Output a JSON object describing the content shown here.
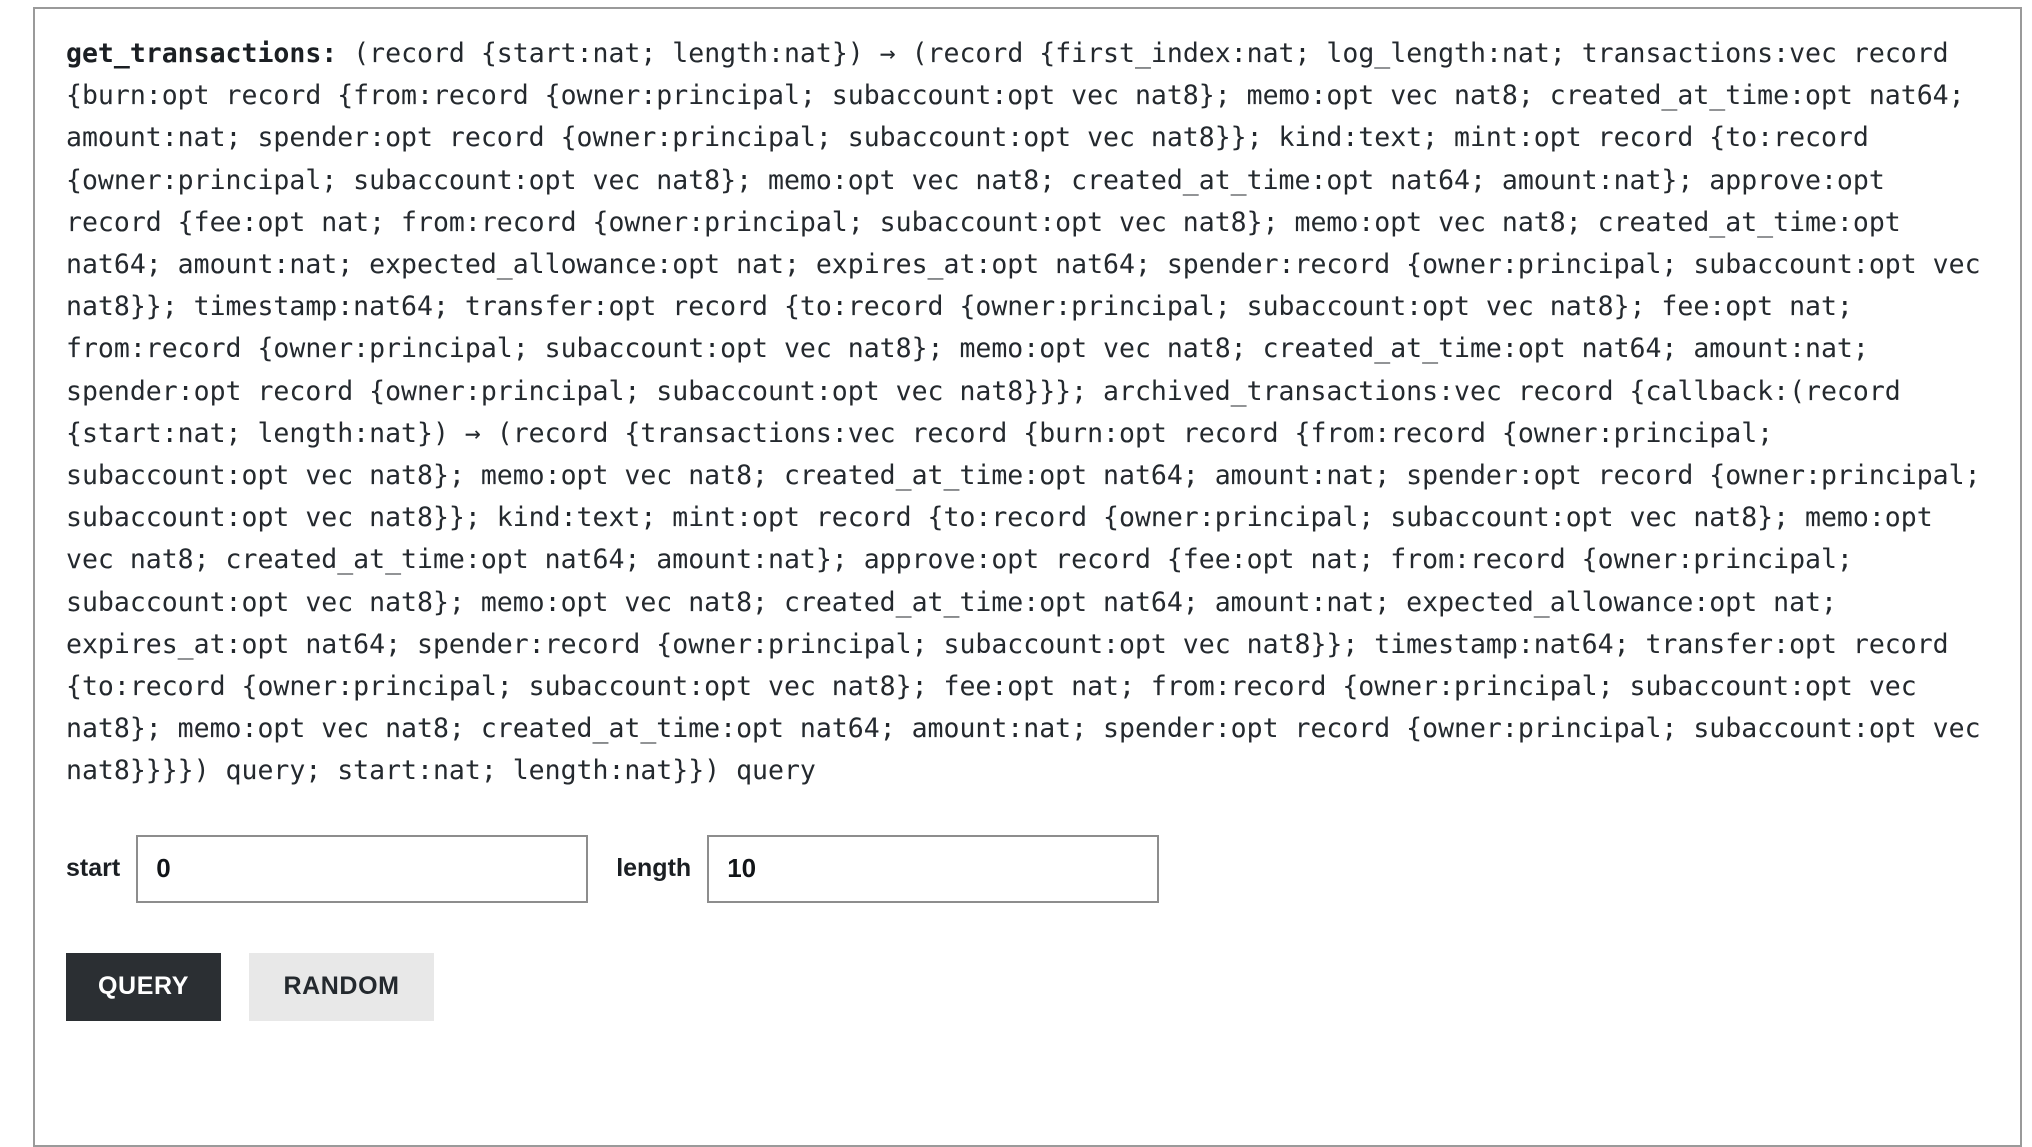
{
  "method": {
    "name": "get_transactions",
    "name_separator": ": ",
    "signature": "(record {start:nat; length:nat}) → (record {first_index:nat; log_length:nat; transactions:vec record {burn:opt record {from:record {owner:principal; subaccount:opt vec nat8}; memo:opt vec nat8; created_at_time:opt nat64; amount:nat; spender:opt record {owner:principal; subaccount:opt vec nat8}}; kind:text; mint:opt record {to:record {owner:principal; subaccount:opt vec nat8}; memo:opt vec nat8; created_at_time:opt nat64; amount:nat}; approve:opt record {fee:opt nat; from:record {owner:principal; subaccount:opt vec nat8}; memo:opt vec nat8; created_at_time:opt nat64; amount:nat; expected_allowance:opt nat; expires_at:opt nat64; spender:record {owner:principal; subaccount:opt vec nat8}}; timestamp:nat64; transfer:opt record {to:record {owner:principal; subaccount:opt vec nat8}; fee:opt nat; from:record {owner:principal; subaccount:opt vec nat8}; memo:opt vec nat8; created_at_time:opt nat64; amount:nat; spender:opt record {owner:principal; subaccount:opt vec nat8}}}; archived_transactions:vec record {callback:(record {start:nat; length:nat}) → (record {transactions:vec record {burn:opt record {from:record {owner:principal; subaccount:opt vec nat8}; memo:opt vec nat8; created_at_time:opt nat64; amount:nat; spender:opt record {owner:principal; subaccount:opt vec nat8}}; kind:text; mint:opt record {to:record {owner:principal; subaccount:opt vec nat8}; memo:opt vec nat8; created_at_time:opt nat64; amount:nat}; approve:opt record {fee:opt nat; from:record {owner:principal; subaccount:opt vec nat8}; memo:opt vec nat8; created_at_time:opt nat64; amount:nat; expected_allowance:opt nat; expires_at:opt nat64; spender:record {owner:principal; subaccount:opt vec nat8}}; timestamp:nat64; transfer:opt record {to:record {owner:principal; subaccount:opt vec nat8}; fee:opt nat; from:record {owner:principal; subaccount:opt vec nat8}; memo:opt vec nat8; created_at_time:opt nat64; amount:nat; spender:opt record {owner:principal; subaccount:opt vec nat8}}}}) query; start:nat; length:nat}}) query"
  },
  "fields": [
    {
      "label": "start",
      "value": "0",
      "placeholder": "nat"
    },
    {
      "label": "length",
      "value": "10",
      "placeholder": "nat"
    }
  ],
  "buttons": {
    "query_label": "QUERY",
    "random_label": "RANDOM"
  },
  "colors": {
    "query_bg": "#2b2f33",
    "query_text": "#ffffff",
    "random_bg": "#e8e8e8",
    "random_text": "#24292e",
    "panel_border": "#9a9a9a",
    "input_border": "#8d8d8d",
    "code_text": "#24292e"
  }
}
